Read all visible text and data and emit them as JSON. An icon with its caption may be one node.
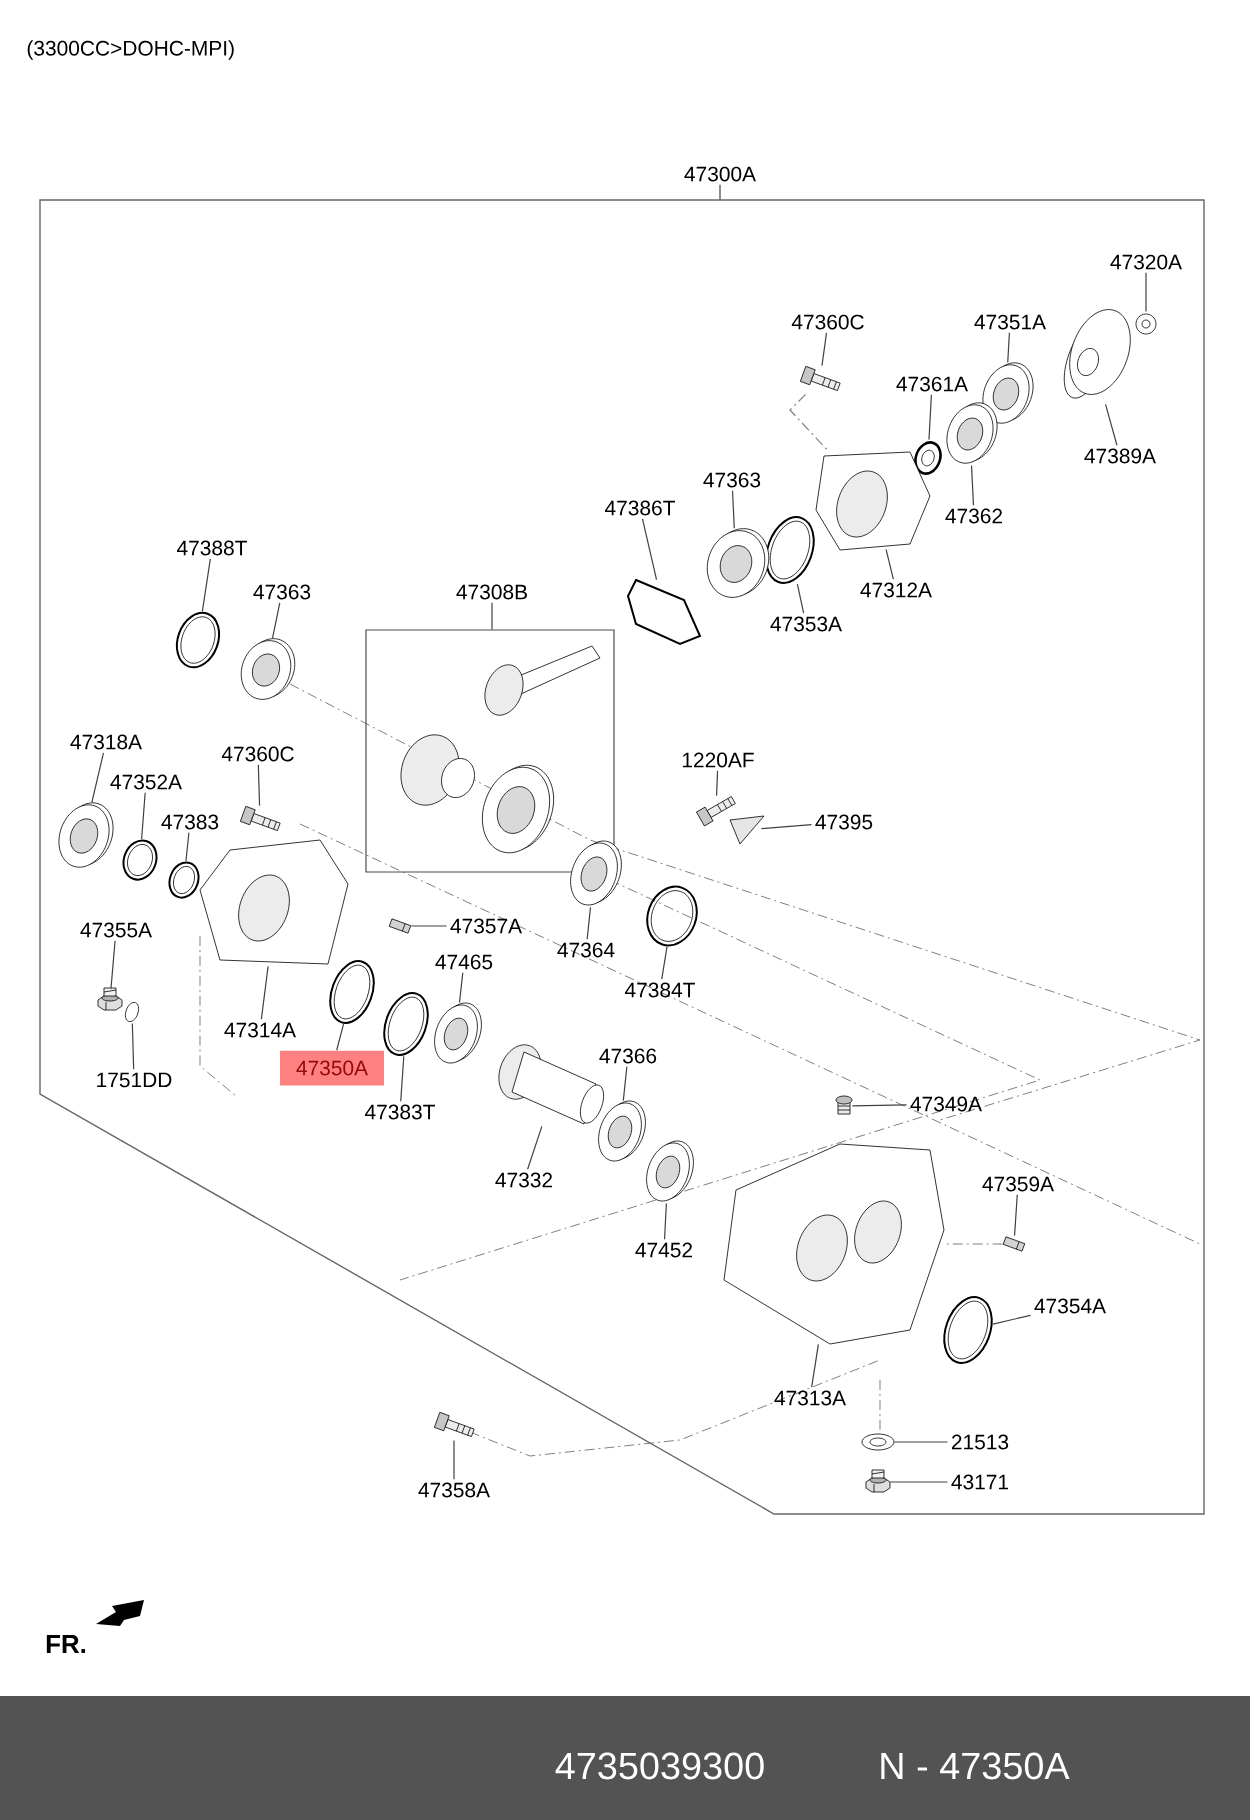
{
  "diagram": {
    "nodes": [
      {
        "text": [
          "47300A"
        ]
      },
      {
        "text": [],
        "shape": "box"
      },
      {
        "text": [
          "47320A"
        ],
        "in": 1
      },
      {
        "text": [
          "47360C"
        ],
        "in": 1
      },
      {
        "text": [
          "47351A"
        ],
        "in": 1
      },
      {
        "text": [
          "47361A"
        ],
        "in": 1
      },
      {
        "text": [
          "47389A"
        ],
        "in": 1
      },
      {
        "text": [
          "47363"
        ],
        "in": 1
      },
      {
        "text": [
          "47386T"
        ],
        "in": 1
      },
      {
        "text": [
          "47362"
        ],
        "in": 1
      },
      {
        "text": [
          "47388T"
        ],
        "in": 1
      },
      {
        "text": [
          "47312A"
        ],
        "in": 1
      },
      {
        "text": [
          "47363"
        ],
        "in": 1
      },
      {
        "text": [
          "47308B"
        ],
        "in": 1
      },
      {
        "text": [],
        "shape": "box",
        "in": 1
      },
      {
        "text": [
          "47353A"
        ],
        "in": 1
      },
      {
        "text": [
          "47318A"
        ],
        "in": 1
      },
      {
        "text": [
          "47360C"
        ],
        "in": 1
      },
      {
        "text": [
          "1220AF"
        ],
        "in": 1
      },
      {
        "text": [
          "47352A"
        ],
        "in": 1
      },
      {
        "text": [
          "47383"
        ],
        "in": 1
      },
      {
        "text": [
          "47395"
        ],
        "in": 1
      },
      {
        "text": [
          "47357A"
        ],
        "in": 1
      },
      {
        "text": [
          "47355A"
        ],
        "in": 1
      },
      {
        "text": [
          "47364"
        ],
        "in": 1
      },
      {
        "text": [
          "47465"
        ],
        "in": 1
      },
      {
        "text": [
          "47384T"
        ],
        "in": 1
      },
      {
        "text": [
          "47314A"
        ],
        "in": 1
      },
      {
        "text": [
          "47350A"
        ],
        "in": 1
      },
      {
        "text": [
          "1751DD"
        ],
        "in": 1
      },
      {
        "text": [
          "47366"
        ],
        "in": 1
      },
      {
        "text": [
          "47349A"
        ],
        "in": 1
      },
      {
        "text": [
          "47383T"
        ],
        "in": 1
      },
      {
        "text": [
          "47332"
        ],
        "in": 1
      },
      {
        "text": [
          "47359A"
        ],
        "in": 1
      },
      {
        "text": [
          "47452"
        ],
        "in": 1
      },
      {
        "text": [
          "47354A"
        ],
        "in": 1
      },
      {
        "text": [
          "47313A"
        ],
        "in": 1
      },
      {
        "text": [
          "21513"
        ],
        "in": 1
      },
      {
        "text": [
          "47358A"
        ]
      },
      {
        "text": [
          "43171"
        ],
        "in": 1
      },
      {
        "text": [],
        "shape": "picture",
        "in": 1
      },
      {
        "text": [],
        "shape": "picture",
        "in": 1
      },
      {
        "text": [],
        "shape": "picture",
        "in": 1
      },
      {
        "text": [],
        "shape": "picture",
        "in": 1
      },
      {
        "text": [],
        "shape": "picture",
        "in": 1
      },
      {
        "text": [],
        "shape": "picture",
        "in": 1
      },
      {
        "text": [],
        "shape": "picture",
        "in": 1
      },
      {
        "text": [],
        "shape": "picture",
        "in": 1
      },
      {
        "text": [],
        "shape": "picture",
        "in": 1
      },
      {
        "text": [],
        "shape": "picture",
        "in": 1
      },
      {
        "text": [],
        "shape": "picture",
        "in": 1
      },
      {
        "text": [],
        "shape": "picture",
        "in": 1
      },
      {
        "text": [],
        "shape": "picture",
        "in": 1
      },
      {
        "text": [],
        "shape": "picture",
        "in": 1
      },
      {
        "text": [],
        "shape": "picture",
        "in": 1
      },
      {
        "text": [],
        "shape": "picture",
        "in": 1
      },
      {
        "text": [],
        "shape": "picture",
        "in": 1
      },
      {
        "text": [],
        "shape": "picture",
        "in": 1
      },
      {
        "text": [],
        "shape": "picture",
        "in": 1
      },
      {
        "text": [],
        "shape": "picture",
        "in": 1
      },
      {
        "text": [],
        "shape": "picture",
        "in": 1
      },
      {
        "text": [],
        "shape": "picture",
        "in": 1
      },
      {
        "text": [],
        "shape": "picture",
        "in": 1
      },
      {
        "text": [],
        "shape": "picture",
        "in": 1
      },
      {
        "text": [],
        "shape": "picture",
        "in": 1
      },
      {
        "text": [],
        "shape": "picture",
        "in": 1
      },
      {
        "text": [],
        "shape": "picture",
        "in": 1
      },
      {
        "text": [],
        "shape": "picture",
        "in": 1
      },
      {
        "text": [],
        "shape": "picture",
        "in": 1
      },
      {
        "text": [],
        "shape": "picture",
        "in": 1
      },
      {
        "text": [],
        "shape": "picture",
        "in": 1
      },
      {
        "text": [],
        "shape": "picture",
        "in": 1
      },
      {
        "text": [],
        "shape": "picture",
        "in": 1
      },
      {
        "text": [],
        "shape": "picture",
        "in": 1
      },
      {
        "text": [],
        "shape": "picture"
      },
      {
        "text": [],
        "shape": "picture",
        "in": 1
      },
      {
        "text": [],
        "shape": "picture",
        "in": 1
      }
    ],
    "edges": [
      {
        "from": 0,
        "to": 1,
        "arrow": "none"
      },
      {
        "from": 13,
        "to": 14,
        "arrow": "none"
      },
      {
        "from": 2,
        "to": 41,
        "arrow": "none"
      },
      {
        "from": 3,
        "to": 43,
        "arrow": "none"
      },
      {
        "from": 4,
        "to": 44,
        "arrow": "none"
      },
      {
        "from": 5,
        "to": 46,
        "arrow": "none"
      },
      {
        "from": 6,
        "to": 42,
        "arrow": "none"
      },
      {
        "from": 7,
        "to": 49,
        "arrow": "none"
      },
      {
        "from": 8,
        "to": 50,
        "arrow": "none"
      },
      {
        "from": 9,
        "to": 45,
        "arrow": "none"
      },
      {
        "from": 10,
        "to": 51,
        "arrow": "none"
      },
      {
        "from": 11,
        "to": 47,
        "arrow": "none"
      },
      {
        "from": 12,
        "to": 52,
        "arrow": "none"
      },
      {
        "from": 15,
        "to": 48,
        "arrow": "none"
      },
      {
        "from": 16,
        "to": 55,
        "arrow": "none"
      },
      {
        "from": 17,
        "to": 54,
        "arrow": "none"
      },
      {
        "from": 18,
        "to": 53,
        "arrow": "none"
      },
      {
        "from": 19,
        "to": 57,
        "arrow": "none"
      },
      {
        "from": 20,
        "to": 59,
        "arrow": "none"
      },
      {
        "from": 21,
        "to": 56,
        "arrow": "none"
      },
      {
        "from": 22,
        "to": 62,
        "arrow": "none"
      },
      {
        "from": 23,
        "to": 64,
        "arrow": "none"
      },
      {
        "from": 24,
        "to": 58,
        "arrow": "none"
      },
      {
        "from": 25,
        "to": 67,
        "arrow": "none"
      },
      {
        "from": 26,
        "to": 61,
        "arrow": "none"
      },
      {
        "from": 27,
        "to": 60,
        "arrow": "none"
      },
      {
        "from": 28,
        "to": 63,
        "arrow": "none"
      },
      {
        "from": 29,
        "to": 65,
        "arrow": "none"
      },
      {
        "from": 30,
        "to": 70,
        "arrow": "none"
      },
      {
        "from": 31,
        "to": 69,
        "arrow": "none"
      },
      {
        "from": 32,
        "to": 66,
        "arrow": "none"
      },
      {
        "from": 33,
        "to": 68,
        "arrow": "none"
      },
      {
        "from": 34,
        "to": 73,
        "arrow": "none"
      },
      {
        "from": 35,
        "to": 71,
        "arrow": "none"
      },
      {
        "from": 36,
        "to": 74,
        "arrow": "none"
      },
      {
        "from": 37,
        "to": 72,
        "arrow": "none"
      },
      {
        "from": 38,
        "to": 76,
        "arrow": "none"
      },
      {
        "from": 39,
        "to": 75,
        "arrow": "none"
      },
      {
        "from": 40,
        "to": 77,
        "arrow": "none"
      },
      {
        "from": 43,
        "to": 47,
        "arrow": "none",
        "style": "dashed",
        "color": "#808080"
      },
      {
        "from": 73,
        "to": 72,
        "arrow": "none",
        "style": "dashed",
        "color": "#808080"
      }
    ],
    "labels": [
      "(3300CC>DOHC-MPI)",
      "FR.",
      "4735039300",
      "N - 47350A"
    ]
  }
}
